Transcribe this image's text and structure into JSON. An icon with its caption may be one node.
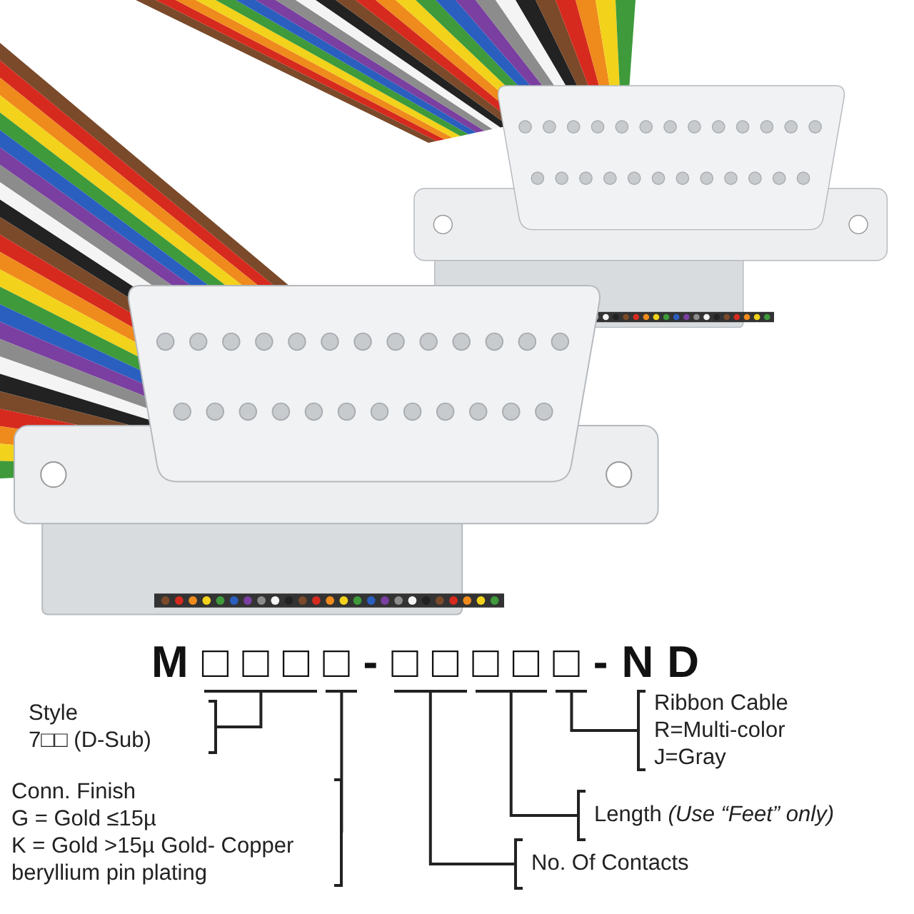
{
  "diagram": {
    "nodes": [
      {
        "text": [],
        "shape": "bar"
      },
      {
        "text": [],
        "shape": "bar"
      },
      {
        "text": [],
        "shape": "bar"
      },
      {
        "text": [],
        "shape": "bar"
      },
      {
        "text": [],
        "shape": "bar"
      },
      {
        "text": [
          "Style",
          "7□□ (D-Sub)"
        ]
      },
      {
        "text": [
          "Ribbon Cable",
          "R=Multi-color",
          "J=Gray"
        ]
      },
      {
        "text": [
          "Conn. Finish",
          "G = Gold ≤15µ",
          "K = Gold >15µ Gold- Copper beryllium pin plating"
        ]
      },
      {
        "text": [
          "Length *(Use “Feet” only)*"
        ]
      },
      {
        "text": [
          "No. Of Contacts"
        ]
      }
    ],
    "edges": [
      {
        "from": 5,
        "to": 0,
        "arrow": "none"
      },
      {
        "from": 7,
        "to": 1,
        "arrow": "none"
      },
      {
        "from": 9,
        "to": 2,
        "arrow": "none"
      },
      {
        "from": 8,
        "to": 3,
        "arrow": "none"
      },
      {
        "from": 6,
        "to": 4,
        "arrow": "none"
      }
    ],
    "labels": [
      "M□□□□-□□□□□-ND"
    ]
  }
}
